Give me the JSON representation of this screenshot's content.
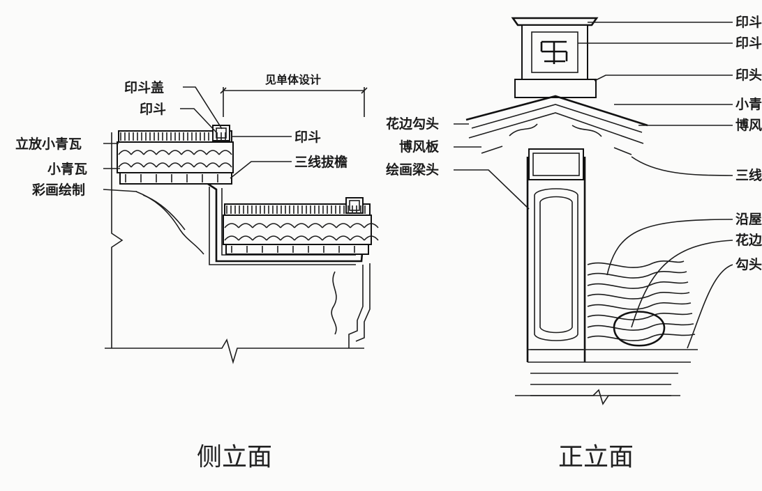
{
  "side_elevation": {
    "caption": "侧立面",
    "dimension_note": "见单体设计",
    "labels": {
      "yindou_gai": "印斗盖",
      "yindou_top": "印斗",
      "yindou_right": "印斗",
      "lifang_xiaoqingwa": "立放小青瓦",
      "xiaoqingwa": "小青瓦",
      "sanxian_bayan": "三线拔檐",
      "caihua_huizhi": "彩画绘制"
    }
  },
  "front_elevation": {
    "caption": "正立面",
    "left_labels": {
      "huabian_goutou": "花边勾头",
      "bofengban": "博风板",
      "huihua_liangtou": "绘画梁头"
    },
    "right_labels": {
      "r1": "印斗",
      "r2": "印斗",
      "r3": "印头",
      "r4": "小青",
      "r5": "博风",
      "r6": "三线",
      "r7": "沿屋",
      "r8": "花边",
      "r9": "勾头"
    }
  }
}
